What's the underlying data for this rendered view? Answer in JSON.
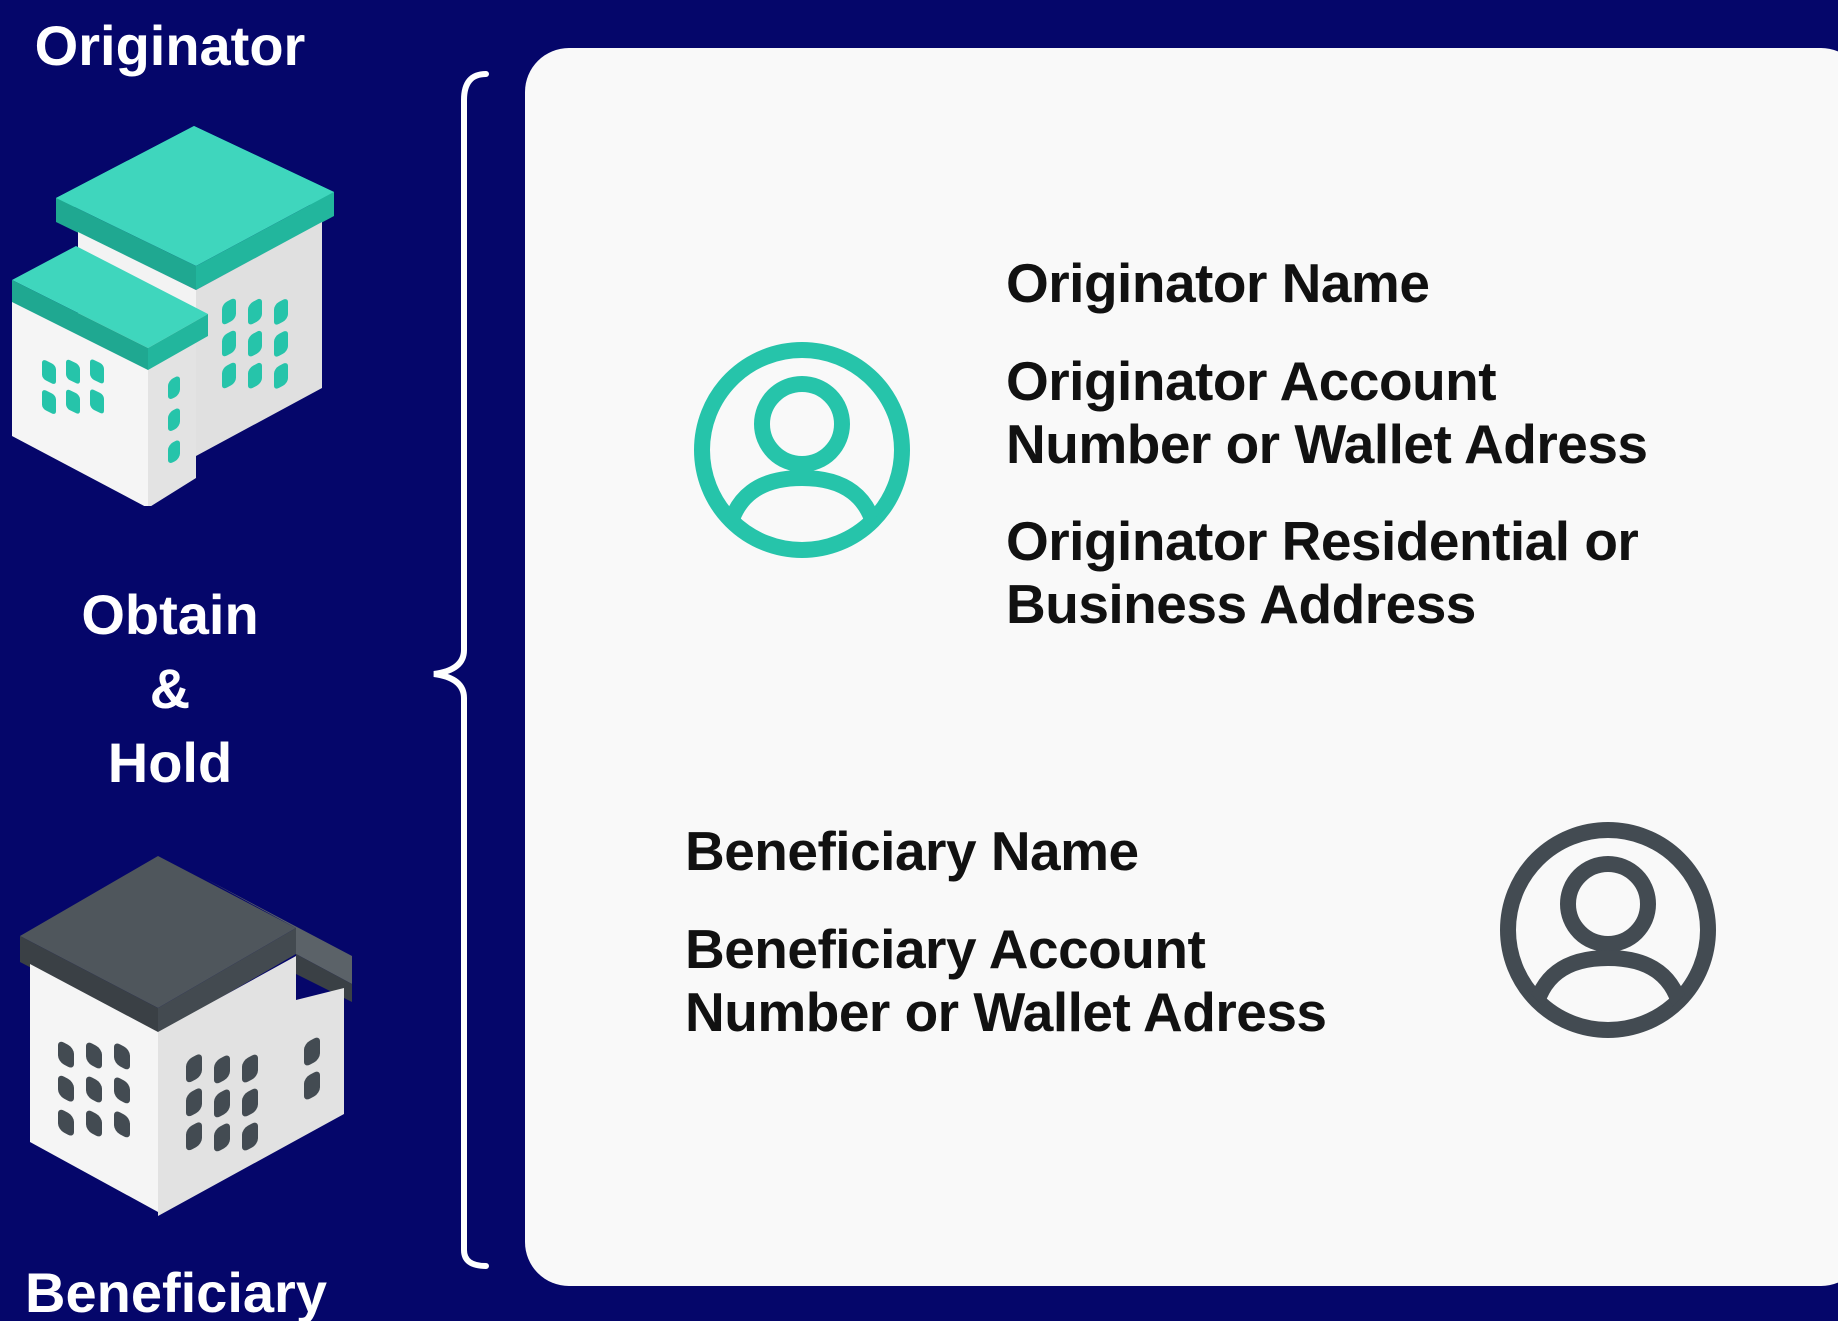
{
  "left_column": {
    "originator_label": "Originator",
    "obtain_hold": [
      "Obtain",
      "&",
      "Hold"
    ],
    "beneficiary_label": "Beneficiary"
  },
  "panel": {
    "originator_fields": {
      "name": "Originator Name",
      "account": "Originator Account\nNumber or Wallet Adress",
      "address": "Originator Residential or\nBusiness Address"
    },
    "beneficiary_fields": {
      "name": "Beneficiary Name",
      "account": "Beneficiary Account\nNumber or Wallet Adress"
    }
  },
  "icons": {
    "originator_building": "building-icon",
    "beneficiary_building": "building-icon",
    "originator_avatar": "user-circle-icon",
    "beneficiary_avatar": "user-circle-icon",
    "brace": "curly-brace-icon"
  },
  "colors": {
    "background": "#05066a",
    "panel": "#f9f9f9",
    "originator_accent": "#26c4aa",
    "beneficiary_accent": "#434b52",
    "text_dark": "#111111",
    "text_light": "#ffffff"
  }
}
